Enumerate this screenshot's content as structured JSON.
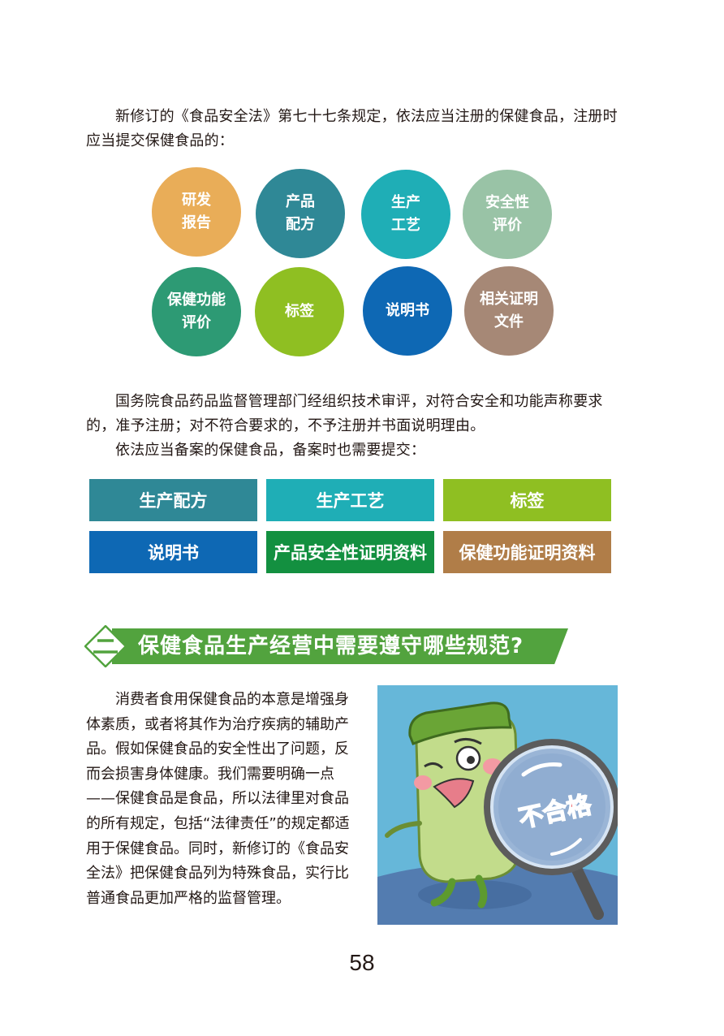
{
  "intro": {
    "paragraph": "新修订的《食品安全法》第七十七条规定，依法应当注册的保健食品，注册时应当提交保健食品的："
  },
  "registration_items": [
    {
      "label": "研发\n报告",
      "color": "#e9ad58"
    },
    {
      "label": "产品\n配方",
      "color": "#2f8896"
    },
    {
      "label": "生产\n工艺",
      "color": "#1faeb6"
    },
    {
      "label": "安全性\n评价",
      "color": "#99c3a6"
    },
    {
      "label": "保健功能\n评价",
      "color": "#2d9a74"
    },
    {
      "label": "标签",
      "color": "#8fbf22"
    },
    {
      "label": "说明书",
      "color": "#0e68b4"
    },
    {
      "label": "相关证明\n文件",
      "color": "#a68876"
    }
  ],
  "review": {
    "paragraph1": "国务院食品药品监督管理部门经组织技术审评，对符合安全和功能声称要求的，准予注册；对不符合要求的，不予注册并书面说明理由。",
    "paragraph2": "依法应当备案的保健食品，备案时也需要提交："
  },
  "filing_items": [
    {
      "label": "生产配方",
      "color": "#2f8896"
    },
    {
      "label": "生产工艺",
      "color": "#1faeb6"
    },
    {
      "label": "标签",
      "color": "#8fbf22"
    },
    {
      "label": "说明书",
      "color": "#0e68b4"
    },
    {
      "label": "产品安全性证明资料",
      "color": "#139040"
    },
    {
      "label": "保健功能证明资料",
      "color": "#b07d48"
    }
  ],
  "section": {
    "number": "二",
    "title": "保健食品生产经营中需要遵守哪些规范?"
  },
  "body": {
    "paragraph": "消费者食用保健食品的本意是增强身体素质，或者将其作为治疗疾病的辅助产品。假如保健食品的安全性出了问题，反而会损害身体健康。我们需要明确一点——保健食品是食品，所以法律里对食品的所有规定，包括“法律责任”的规定都适用于保健食品。同时，新修订的《食品安全法》把保健食品列为特殊食品，实行比普通食品更加严格的监督管理。"
  },
  "illustration": {
    "stamp_text": "不合格"
  },
  "page_number": "58"
}
